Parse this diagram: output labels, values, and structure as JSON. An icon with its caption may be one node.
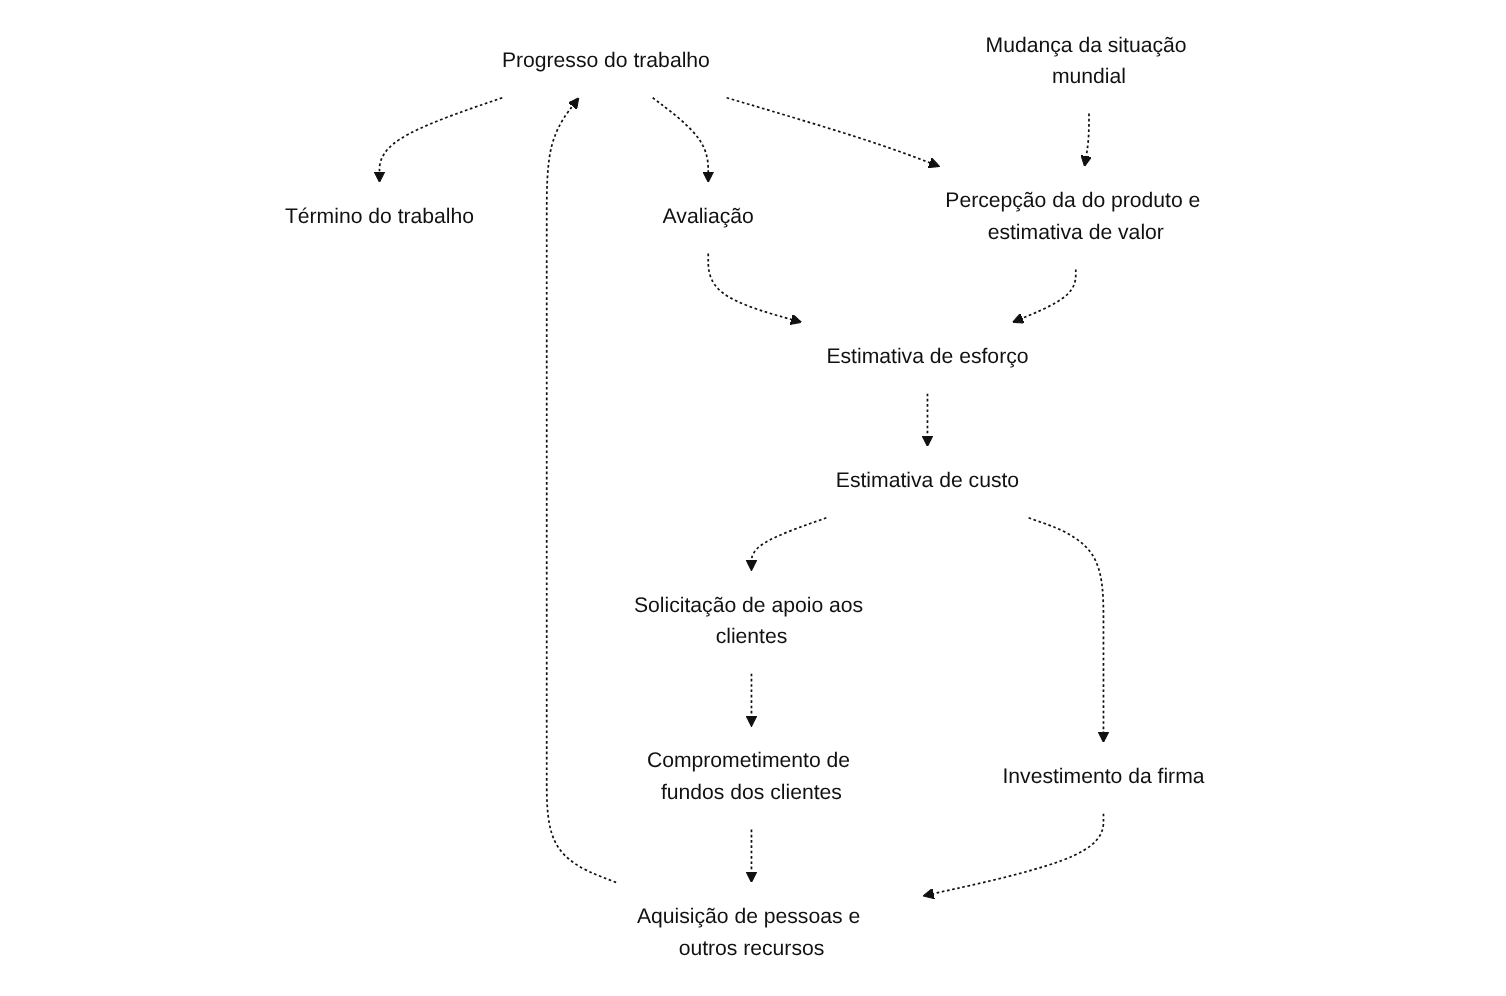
{
  "diagram": {
    "nodes": [
      {
        "text": [
          "Progresso do trabalho"
        ]
      },
      {
        "text": [
          "Mudança da situação mundial"
        ]
      },
      {
        "text": [
          "Término do trabalho"
        ]
      },
      {
        "text": [
          "Percepção da do produto e estimativa de valor"
        ]
      },
      {
        "text": [
          "Avaliação"
        ]
      },
      {
        "text": [
          "Aquisição de pessoas e outros recursos"
        ]
      },
      {
        "text": [
          "Estimativa de esforço"
        ]
      },
      {
        "text": [
          "Investimento da firma"
        ]
      },
      {
        "text": [
          "Comprometimento de fundos dos clientes"
        ]
      },
      {
        "text": [
          "Estimativa de custo"
        ]
      },
      {
        "text": [
          "Solicitação de apoio aos clientes"
        ]
      }
    ],
    "edges": [
      {
        "from": 0,
        "to": 2,
        "arrow": "to",
        "style": "dashed"
      },
      {
        "from": 1,
        "to": 3,
        "arrow": "to",
        "style": "dashed"
      },
      {
        "from": 0,
        "to": 3,
        "arrow": "to",
        "style": "dashed"
      },
      {
        "from": 0,
        "to": 4,
        "arrow": "to",
        "style": "dashed"
      },
      {
        "from": 5,
        "to": 0,
        "arrow": "to",
        "style": "dashed"
      },
      {
        "from": 3,
        "to": 6,
        "arrow": "to",
        "style": "dashed"
      },
      {
        "from": 4,
        "to": 6,
        "arrow": "to",
        "style": "dashed"
      },
      {
        "from": 6,
        "to": 9,
        "arrow": "to",
        "style": "dashed"
      },
      {
        "from": 9,
        "to": 7,
        "arrow": "to",
        "style": "dashed"
      },
      {
        "from": 7,
        "to": 5,
        "arrow": "to",
        "style": "dashed"
      },
      {
        "from": 9,
        "to": 10,
        "arrow": "to",
        "style": "dashed"
      },
      {
        "from": 10,
        "to": 8,
        "arrow": "to",
        "style": "dashed"
      },
      {
        "from": 8,
        "to": 5,
        "arrow": "to",
        "style": "dashed"
      }
    ]
  }
}
